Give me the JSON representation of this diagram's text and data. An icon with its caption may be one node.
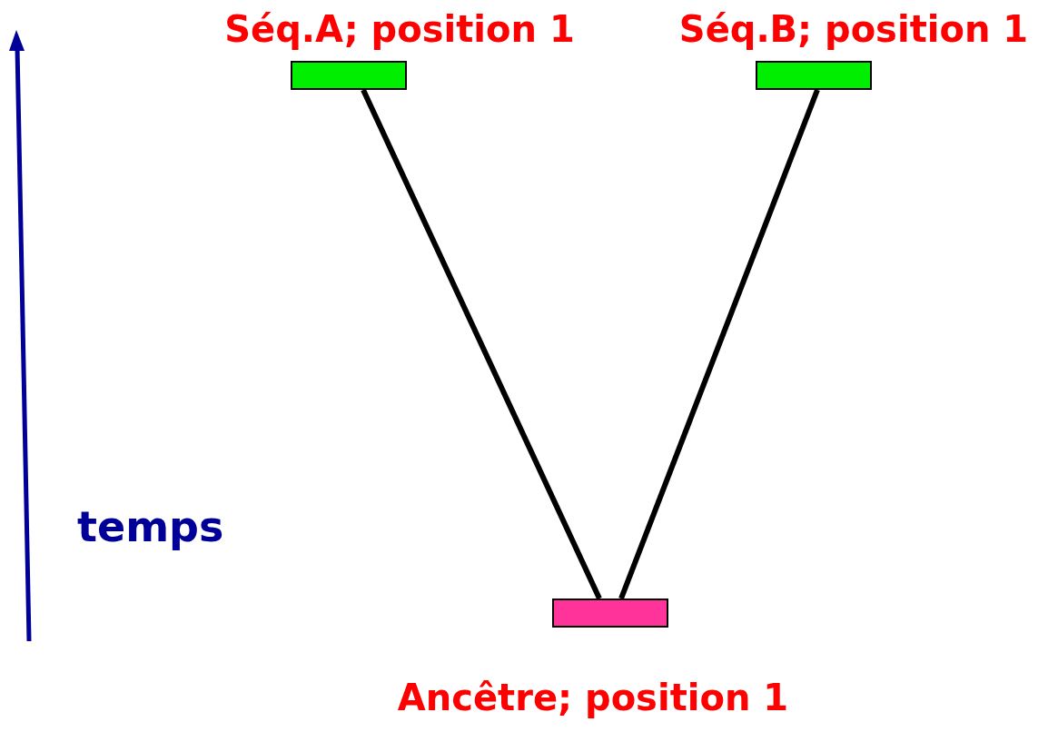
{
  "diagram": {
    "nodes": [
      {
        "text": [
          "Séq.A; position 1"
        ]
      },
      {
        "text": [
          "Séq.B; position 1"
        ]
      },
      {
        "text": [
          "Ancêtre; position 1"
        ]
      }
    ],
    "edges": [
      {
        "from": 2,
        "to": 0,
        "arrow": "none"
      },
      {
        "from": 2,
        "to": 1,
        "arrow": "none"
      }
    ],
    "labels": [
      "temps"
    ]
  }
}
